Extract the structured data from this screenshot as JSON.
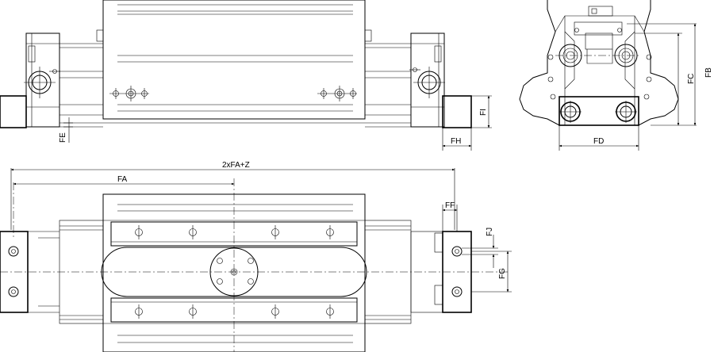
{
  "labels": {
    "fe": "FE",
    "fh": "FH",
    "fi": "FI",
    "fc": "FC",
    "fb": "FB",
    "fd": "FD",
    "fa": "FA",
    "total": "2xFA+Z",
    "ff": "FF",
    "fj": "FJ",
    "fg": "FG"
  }
}
